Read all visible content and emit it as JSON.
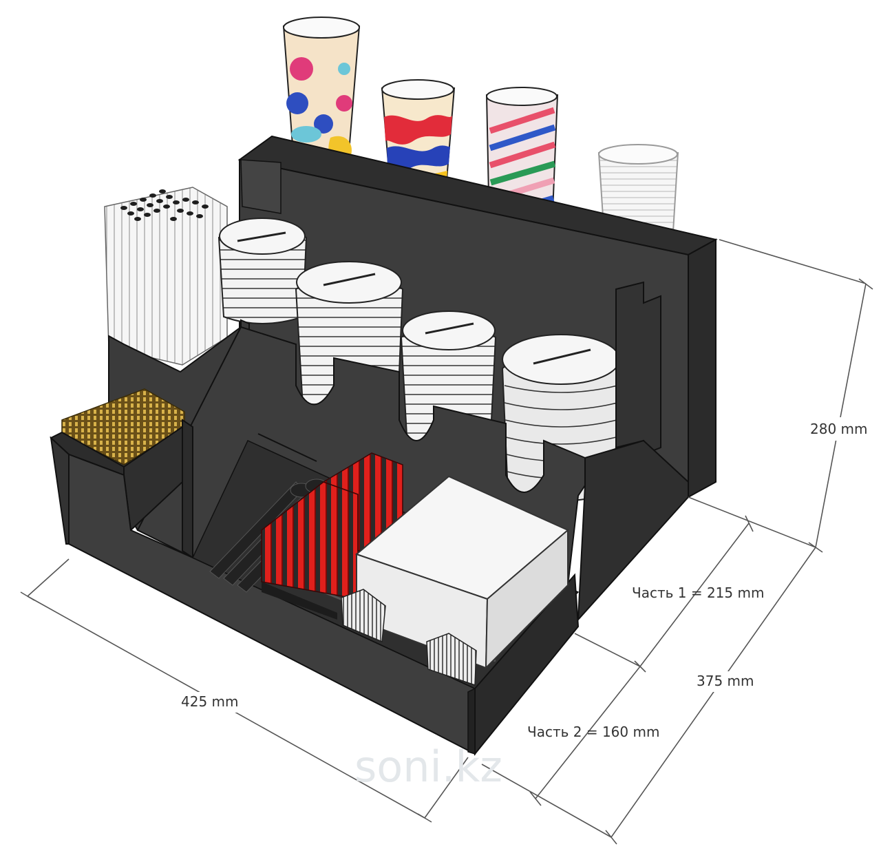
{
  "dimensions": {
    "height": "280 mm",
    "part1": "Часть 1 = 215 mm",
    "depth": "375 mm",
    "part2": "Часть 2 = 160 mm",
    "width": "425 mm"
  },
  "watermark": "soni.kz",
  "colors": {
    "organizer": "#3d3d3d",
    "organizer_dark": "#2b2b2b",
    "organizer_edge": "#111111",
    "stirrer_red": "#e0201c",
    "straw_white": "#f4f4f4",
    "lid_white": "#f2f2f2",
    "napkin_white": "#f0f0f0",
    "sugar_gold": "#b8902e",
    "dimension_line": "#555555"
  },
  "cups": [
    {
      "name": "cup-polka",
      "base": "#f5e3c8",
      "accents": [
        "#e03b7a",
        "#2e4ec0",
        "#f2c42a",
        "#6cc6d8"
      ]
    },
    {
      "name": "cup-waves",
      "base": "#f7e8cc",
      "accents": [
        "#e22c3a",
        "#2742b8",
        "#f6c21e",
        "#40a8d0"
      ]
    },
    {
      "name": "cup-stripes",
      "base": "#f1e4e6",
      "accents": [
        "#e8506a",
        "#2f58c8",
        "#2a9a56",
        "#f0a0b4"
      ]
    },
    {
      "name": "cup-clear",
      "base": "#f4f4f4",
      "accents": [
        "#cfcfcf"
      ]
    }
  ]
}
